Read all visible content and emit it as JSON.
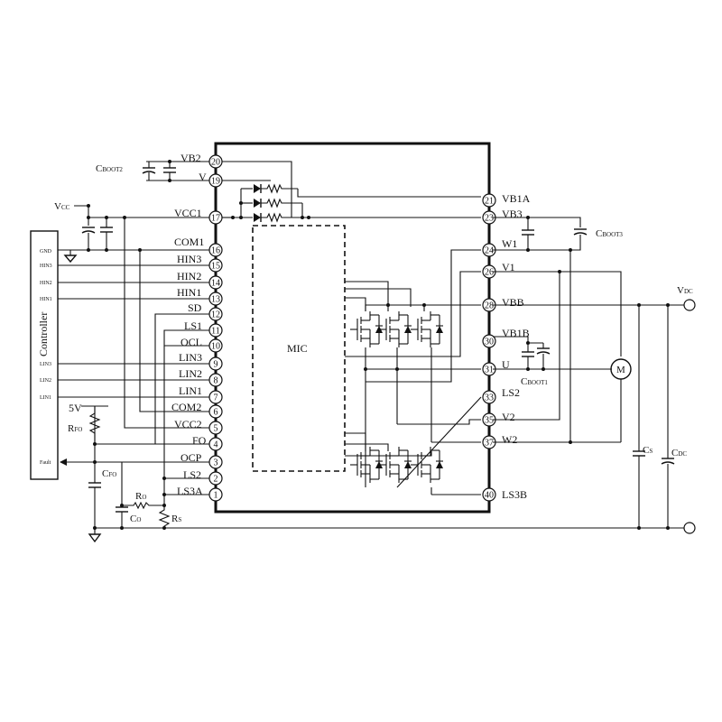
{
  "ic": {
    "name": "MIC",
    "left_pins": [
      {
        "num": "20",
        "label": "VB2"
      },
      {
        "num": "19",
        "label": "V"
      },
      {
        "num": "17",
        "label": "VCC1"
      },
      {
        "num": "16",
        "label": "COM1"
      },
      {
        "num": "15",
        "label": "HIN3"
      },
      {
        "num": "14",
        "label": "HIN2"
      },
      {
        "num": "13",
        "label": "HIN1"
      },
      {
        "num": "12",
        "label": "SD"
      },
      {
        "num": "11",
        "label": "LS1"
      },
      {
        "num": "10",
        "label": "OCL"
      },
      {
        "num": "9",
        "label": "LIN3"
      },
      {
        "num": "8",
        "label": "LIN2"
      },
      {
        "num": "7",
        "label": "LIN1"
      },
      {
        "num": "6",
        "label": "COM2"
      },
      {
        "num": "5",
        "label": "VCC2"
      },
      {
        "num": "4",
        "label": "FO"
      },
      {
        "num": "3",
        "label": "OCP"
      },
      {
        "num": "2",
        "label": "LS2"
      },
      {
        "num": "1",
        "label": "LS3A"
      }
    ],
    "right_pins": [
      {
        "num": "21",
        "label": "VB1A"
      },
      {
        "num": "23",
        "label": "VB3"
      },
      {
        "num": "24",
        "label": "W1"
      },
      {
        "num": "26",
        "label": "V1"
      },
      {
        "num": "28",
        "label": "VBB"
      },
      {
        "num": "30",
        "label": "VB1B"
      },
      {
        "num": "31",
        "label": "U"
      },
      {
        "num": "33",
        "label": "LS2"
      },
      {
        "num": "35",
        "label": "V2"
      },
      {
        "num": "37",
        "label": "W2"
      },
      {
        "num": "40",
        "label": "LS3B"
      }
    ]
  },
  "controller": {
    "title": "Controller",
    "pins": [
      "GND",
      "HIN3",
      "HIN2",
      "HIN1",
      "LIN3",
      "LIN2",
      "LIN1",
      "Fault"
    ]
  },
  "components": {
    "cboot2": {
      "main": "C",
      "sub": "BOOT2"
    },
    "cboot3": {
      "main": "C",
      "sub": "BOOT3"
    },
    "cboot1": {
      "main": "C",
      "sub": "BOOT1"
    },
    "vcc": {
      "main": "V",
      "sub": "CC"
    },
    "vdc": {
      "main": "V",
      "sub": "DC"
    },
    "five_v": "5V",
    "rfo": {
      "main": "R",
      "sub": "FO"
    },
    "cfo": {
      "main": "C",
      "sub": "FO"
    },
    "ro": {
      "main": "R",
      "sub": "O"
    },
    "co": {
      "main": "C",
      "sub": "O"
    },
    "rs": {
      "main": "R",
      "sub": "S"
    },
    "cs": {
      "main": "C",
      "sub": "S"
    },
    "cdc": {
      "main": "C",
      "sub": "DC"
    },
    "motor": "M"
  }
}
